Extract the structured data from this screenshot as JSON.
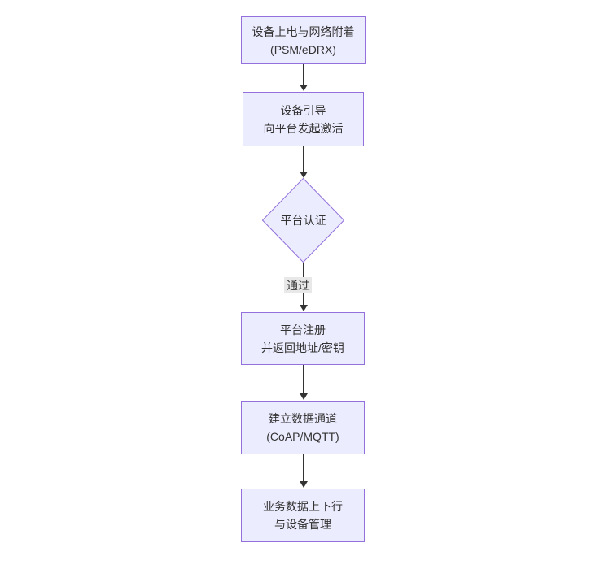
{
  "diagram": {
    "type": "flowchart",
    "direction": "top-down",
    "nodes": [
      {
        "id": "power-on",
        "shape": "rect",
        "line1": "设备上电与网络附着",
        "line2": "(PSM/eDRX)"
      },
      {
        "id": "bootstrap",
        "shape": "rect",
        "line1": "设备引导",
        "line2": "向平台发起激活"
      },
      {
        "id": "platform-auth",
        "shape": "diamond",
        "line1": "平台认证",
        "line2": ""
      },
      {
        "id": "register",
        "shape": "rect",
        "line1": "平台注册",
        "line2": "并返回地址/密钥"
      },
      {
        "id": "data-channel",
        "shape": "rect",
        "line1": "建立数据通道",
        "line2": "(CoAP/MQTT)"
      },
      {
        "id": "business-data",
        "shape": "rect",
        "line1": "业务数据上下行",
        "line2": "与设备管理"
      }
    ],
    "edges": [
      {
        "from": "power-on",
        "to": "bootstrap",
        "label": ""
      },
      {
        "from": "bootstrap",
        "to": "platform-auth",
        "label": ""
      },
      {
        "from": "platform-auth",
        "to": "register",
        "label": "通过"
      },
      {
        "from": "register",
        "to": "data-channel",
        "label": ""
      },
      {
        "from": "data-channel",
        "to": "business-data",
        "label": ""
      }
    ],
    "colors": {
      "node_fill": "#ECECFF",
      "node_border": "#9370DB",
      "edge_line": "#333333",
      "edge_label_bg": "#e8e8e8",
      "text": "#333333",
      "background": "#ffffff"
    }
  }
}
